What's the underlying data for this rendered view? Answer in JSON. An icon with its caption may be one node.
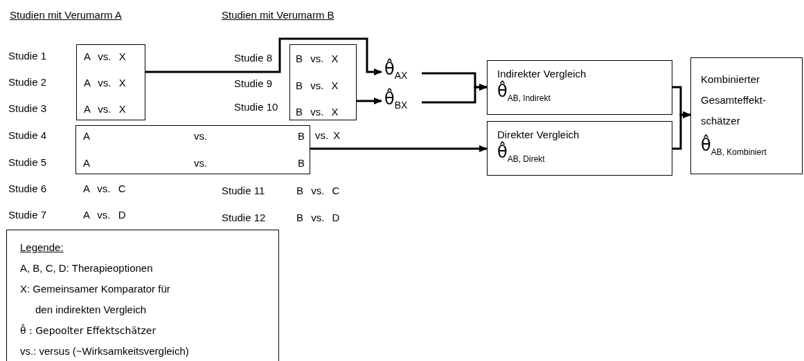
{
  "diagram": {
    "nodes": [
      {
        "text": [
          "A vs. X",
          "A vs. X",
          "A vs. X"
        ],
        "beside": [
          "Studie 1",
          "Studie 2",
          "Studie 3"
        ]
      },
      {
        "text": [
          "B vs. X",
          "B vs. X",
          "B vs. X"
        ],
        "beside": [
          "Studie 8",
          "Studie 9",
          "Studie 10"
        ]
      },
      {
        "text": [
          "θ̂$_{AX}$"
        ]
      },
      {
        "text": [
          "θ̂$_{BX}$"
        ]
      },
      {
        "text": [
          "A",
          "vs.",
          "B",
          "A",
          "vs.",
          "B"
        ],
        "beside": [
          "Studie 4",
          "vs. X",
          "Studie 5"
        ]
      },
      {
        "text": [
          "Indirekter Vergleich",
          "θ̂$_{AB, Indirekt}$"
        ]
      },
      {
        "text": [
          "Direkter Vergleich",
          "θ̂$_{AB, Direkt}$"
        ]
      },
      {
        "text": [
          "Kombinierter Gesamteffekt-schätzer",
          "θ̂$_{AB, Kombiniert}$"
        ]
      },
      {
        "text": [
          "Legende:",
          "A, B, C, D: Therapieoptionen",
          "X: Gemeinsamer Komparator für den indirekten Vergleich",
          "θ̂ : Gepoolter Effektschätzer",
          "vs.: versus (~Wirksamkeitsvergleich)"
        ]
      }
    ],
    "edges": [
      {
        "from": 0,
        "to": 2,
        "arrow": "to"
      },
      {
        "from": 1,
        "to": 3,
        "arrow": "to"
      },
      {
        "from": 2,
        "to": 5,
        "arrow": "to"
      },
      {
        "from": 3,
        "to": 5,
        "arrow": "to"
      },
      {
        "from": 4,
        "to": 6,
        "arrow": "to"
      },
      {
        "from": 5,
        "to": 7,
        "arrow": "to"
      },
      {
        "from": 6,
        "to": 7,
        "arrow": "to"
      }
    ],
    "labels": [
      "Studien mit Verumarm A",
      "Studien mit Verumarm B",
      "Studie 6",
      "A vs. C",
      "Studie 11",
      "B vs. C",
      "Studie 7",
      "A vs. D",
      "Studie 12",
      "B vs. D"
    ]
  }
}
